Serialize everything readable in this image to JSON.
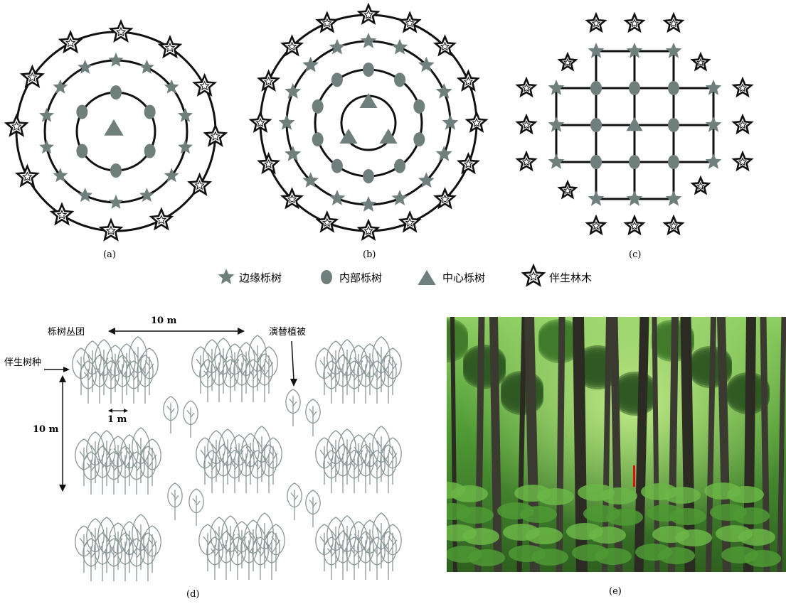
{
  "panels": {
    "a": {
      "caption": "(a)"
    },
    "b": {
      "caption": "(b)"
    },
    "c": {
      "caption": "(c)"
    },
    "d": {
      "caption": "(d)"
    },
    "e": {
      "caption": "(e)"
    }
  },
  "legend": {
    "edge_oak": "边缘栎树",
    "inner_oak": "内部栎树",
    "center_oak": "中心栎树",
    "companion_trees": "伴生林木"
  },
  "sketch": {
    "oak_cluster": "栎树丛团",
    "successional_vegetation": "演替植被",
    "companion_species": "伴生树种",
    "horizontal_spacing": "10 m",
    "vertical_spacing": "10 m",
    "tree_spacing": "1 m"
  },
  "colors": {
    "oak_symbol": "#6f7f7c",
    "line": "#111111",
    "sketch_stroke": "#8a9896",
    "forest_dark": "#1f3a1a",
    "forest_bright": "#5aa83a"
  },
  "icons": {
    "edge_oak": "filled-star-icon",
    "inner_oak": "filled-circle-icon",
    "center_oak": "filled-triangle-icon",
    "companion": "outlined-star-icon"
  }
}
